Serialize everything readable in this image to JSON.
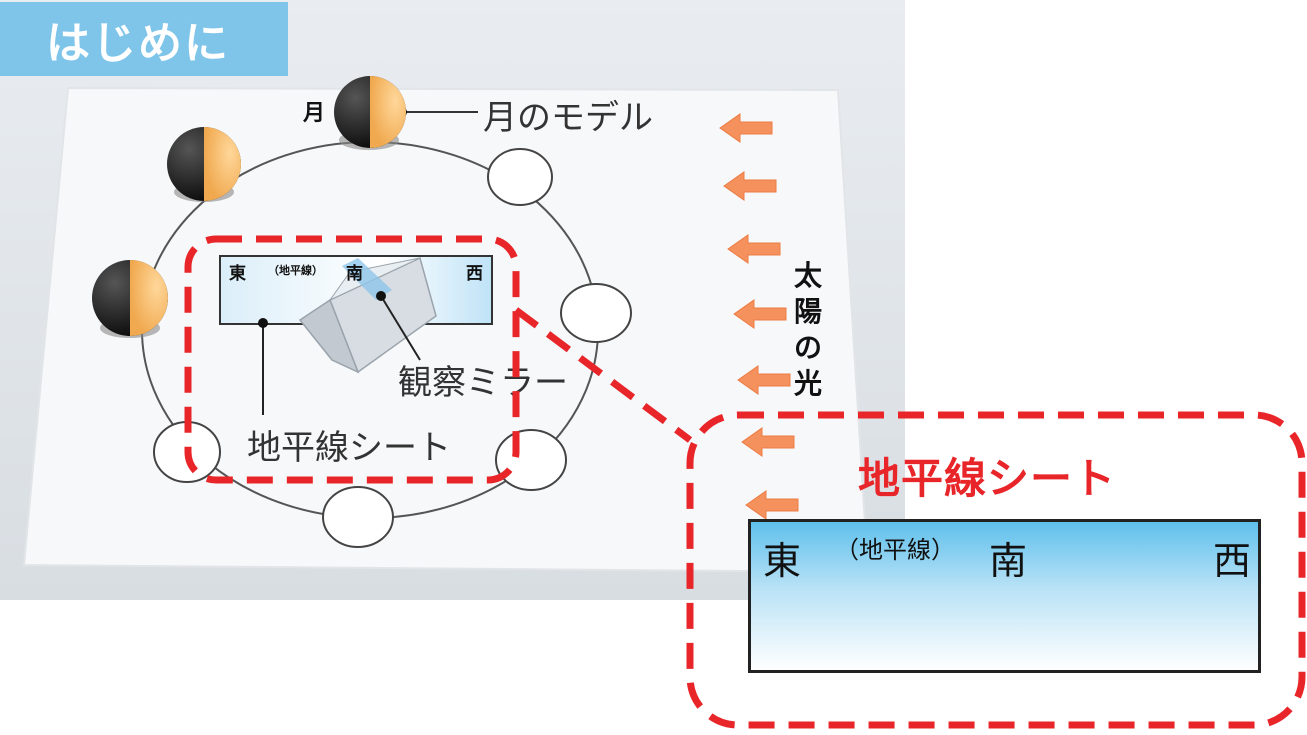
{
  "header": {
    "title": "はじめに"
  },
  "labels": {
    "moon_model": "月のモデル",
    "moon_small": "月",
    "horizon_sheet": "地平線シート",
    "observation_mirror": "観察ミラー",
    "sunlight": [
      "太",
      "陽",
      "の",
      "光"
    ]
  },
  "small_sheet": {
    "east": "東",
    "horizon": "（地平線）",
    "south": "南",
    "west": "西"
  },
  "zoom": {
    "title": "地平線シート",
    "east": "東",
    "horizon": "（地平線）",
    "south": "南",
    "west": "西"
  },
  "colors": {
    "title_bg": "#7fc5ea",
    "highlight": "#e8262a",
    "arrow": "#f4915c",
    "moon_lit": "#f6b766",
    "moon_dark": "#111111"
  }
}
